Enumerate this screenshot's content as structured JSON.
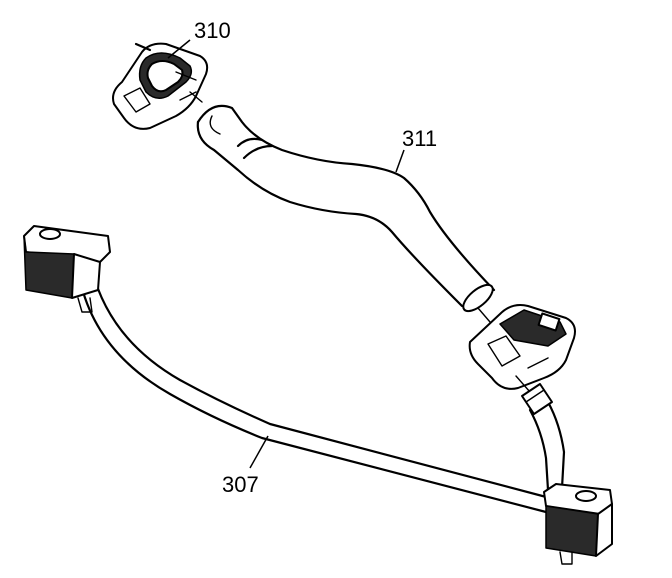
{
  "callouts": {
    "c310": "310",
    "c311": "311",
    "c307": "307"
  },
  "colors": {
    "line": "#000000",
    "background": "#ffffff",
    "shade": "#2a2a2a"
  }
}
